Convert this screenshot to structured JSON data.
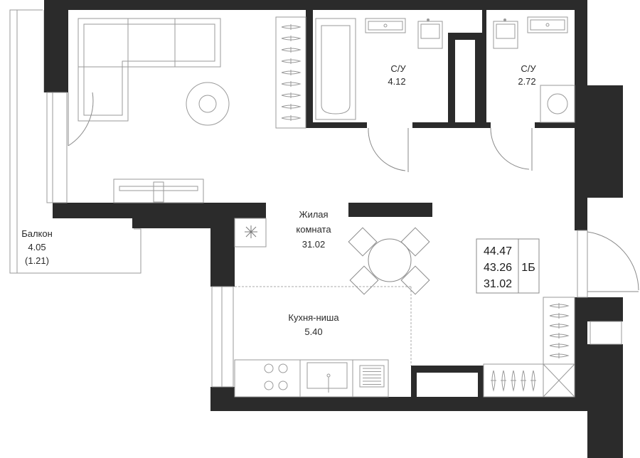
{
  "rooms": {
    "bathroom_1": {
      "name": "С/У",
      "area": "4.12"
    },
    "bathroom_2": {
      "name": "С/У",
      "area": "2.72"
    },
    "living_room": {
      "name_line1": "Жилая",
      "name_line2": "комната",
      "area": "31.02"
    },
    "kitchen_niche": {
      "name": "Кухня-ниша",
      "area": "5.40"
    },
    "balcony": {
      "name": "Балкон",
      "area": "4.05",
      "area_reduced": "(1.21)"
    }
  },
  "summary": {
    "total_area": "44.47",
    "area_without_balcony": "43.26",
    "living_area": "31.02",
    "apartment_type": "1Б"
  },
  "colors": {
    "wall": "#2b2b2b",
    "line": "#9a9a9a",
    "text": "#2a2a2a"
  }
}
